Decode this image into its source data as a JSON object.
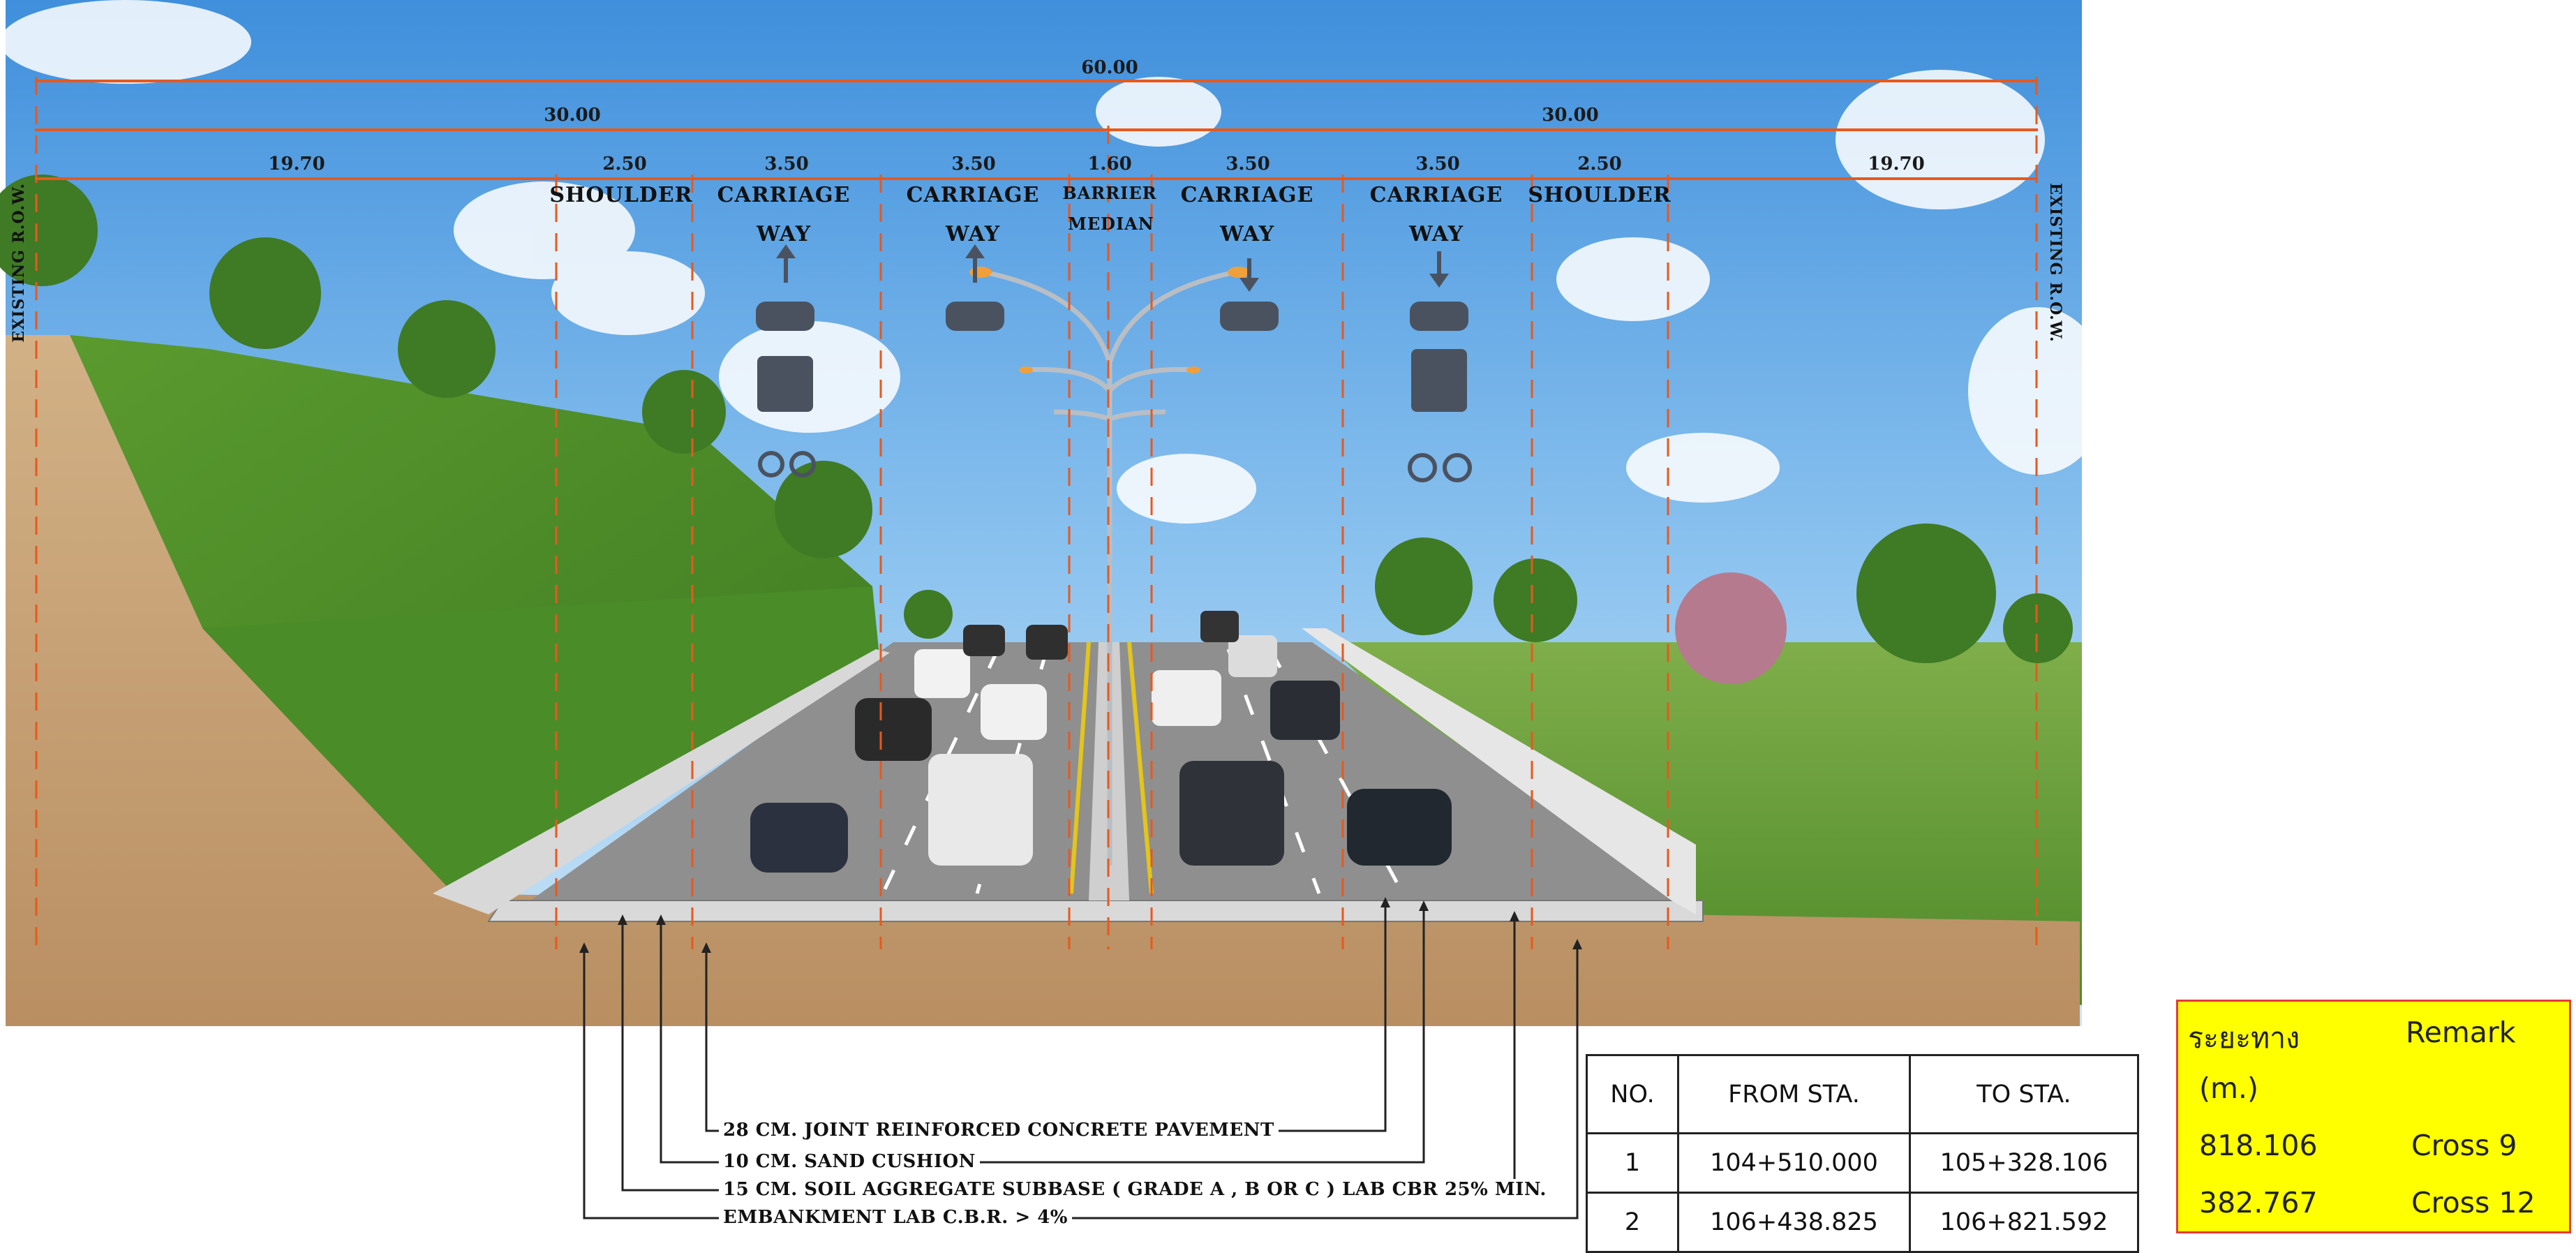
{
  "diagram": {
    "total_width": "60.00",
    "half_left": "30.00",
    "half_right": "30.00",
    "segments": [
      "19.70",
      "2.50",
      "3.50",
      "3.50",
      "1.60",
      "3.50",
      "3.50",
      "2.50",
      "19.70"
    ],
    "lanes": {
      "shoulder_left": "SHOULDER",
      "carriage_1": "CARRIAGE",
      "carriage_2": "CARRIAGE",
      "barrier_1": "BARRIER",
      "median": "MEDIAN",
      "carriage_3": "CARRIAGE",
      "carriage_4": "CARRIAGE",
      "shoulder_right": "SHOULDER",
      "way_1": "WAY",
      "way_2": "WAY",
      "way_3": "WAY",
      "way_4": "WAY"
    },
    "row_left": "EXISTING R.O.W.",
    "row_right": "EXISTING R.O.W.",
    "layers": [
      "28 CM. JOINT REINFORCED CONCRETE PAVEMENT",
      "10 CM. SAND CUSHION",
      "15 CM. SOIL AGGREGATE SUBBASE ( GRADE A , B OR C ) LAB CBR 25% MIN.",
      "EMBANKMENT LAB C.B.R. > 4%"
    ],
    "colors": {
      "dimension": "#e8581c",
      "sky": "#5ea6e6",
      "grass": "#4f8f2a",
      "soil": "#c7a57a",
      "road": "#8b8b8b"
    }
  },
  "station_table": {
    "headers": [
      "NO.",
      "FROM STA.",
      "TO STA."
    ],
    "rows": [
      [
        "1",
        "104+510.000",
        "105+328.106"
      ],
      [
        "2",
        "106+438.825",
        "106+821.592"
      ]
    ]
  },
  "remark_box": {
    "col1_header": "ระยะทาง",
    "col2_header": "Remark",
    "unit": "(m.)",
    "rows": [
      [
        "818.106",
        "Cross 9"
      ],
      [
        "382.767",
        "Cross 12"
      ]
    ]
  }
}
